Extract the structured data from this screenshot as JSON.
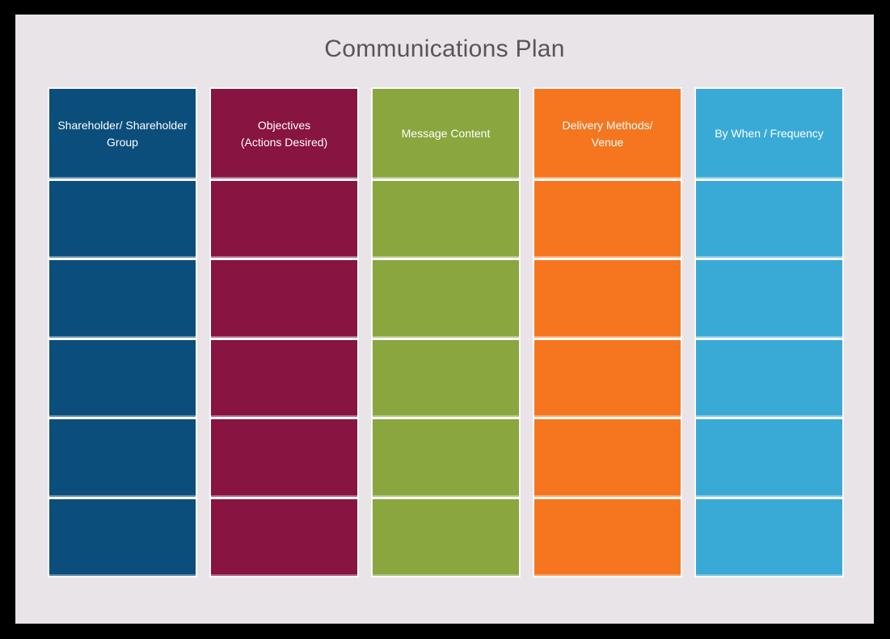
{
  "title": "Communications Plan",
  "title_color": "#57545b",
  "frame": {
    "outer_background": "#000000",
    "panel_background": "#e8e4e8",
    "cell_divider_color": "#fbfafb"
  },
  "header_text_color": "#ffffff",
  "empty_rows_per_column": 5,
  "columns": [
    {
      "label": "Shareholder/ Shareholder\nGroup",
      "color": "#0b4e7b"
    },
    {
      "label": "Objectives\n(Actions Desired)",
      "color": "#871441"
    },
    {
      "label": "Message Content",
      "color": "#8aa63e"
    },
    {
      "label": "Delivery Methods/\nVenue",
      "color": "#f5761f"
    },
    {
      "label": "By When / Frequency",
      "color": "#39aad6"
    }
  ]
}
